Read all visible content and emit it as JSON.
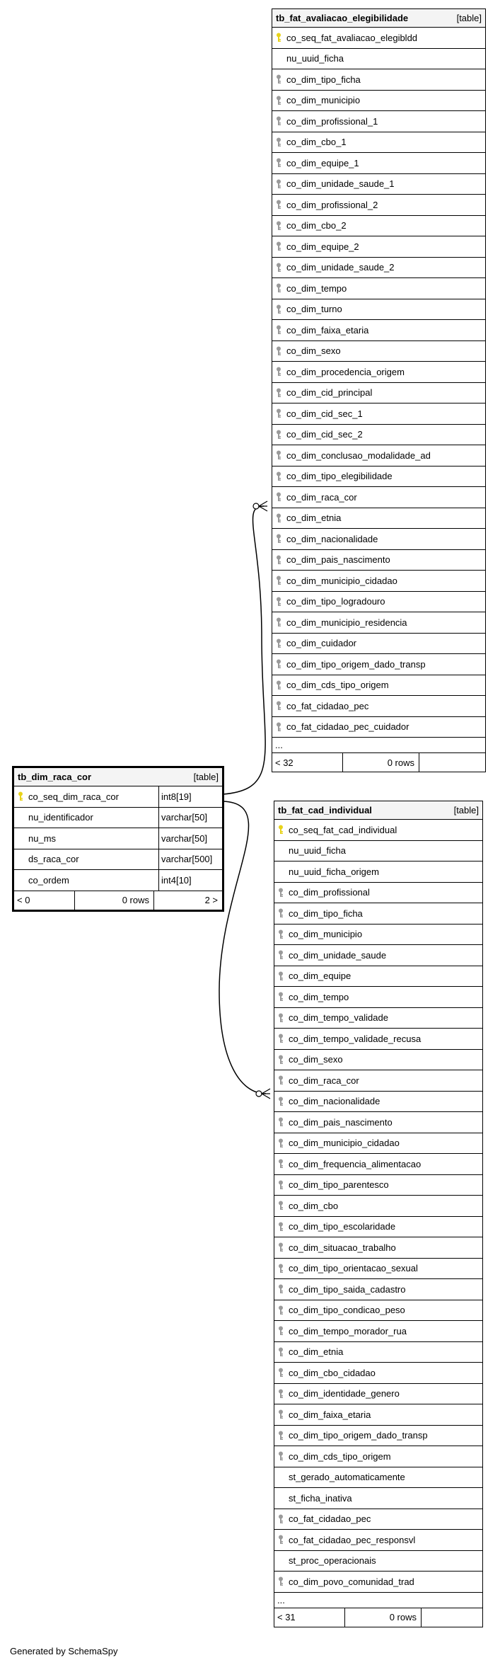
{
  "colors": {
    "pk_key": "#e8d31a",
    "fk_key": "#9a9a9a",
    "header_bg": "#f4f4f4"
  },
  "tables": {
    "fat_avaliacao": {
      "name": "tb_fat_avaliacao_elegibilidade",
      "kind": "[table]",
      "columns": [
        {
          "name": "co_seq_fat_avaliacao_elegibldd",
          "key": "pk-key-icon"
        },
        {
          "name": "nu_uuid_ficha",
          "key": ""
        },
        {
          "name": "co_dim_tipo_ficha",
          "key": "fk-key-icon"
        },
        {
          "name": "co_dim_municipio",
          "key": "fk-key-icon"
        },
        {
          "name": "co_dim_profissional_1",
          "key": "fk-key-icon"
        },
        {
          "name": "co_dim_cbo_1",
          "key": "fk-key-icon"
        },
        {
          "name": "co_dim_equipe_1",
          "key": "fk-key-icon"
        },
        {
          "name": "co_dim_unidade_saude_1",
          "key": "fk-key-icon"
        },
        {
          "name": "co_dim_profissional_2",
          "key": "fk-key-icon"
        },
        {
          "name": "co_dim_cbo_2",
          "key": "fk-key-icon"
        },
        {
          "name": "co_dim_equipe_2",
          "key": "fk-key-icon"
        },
        {
          "name": "co_dim_unidade_saude_2",
          "key": "fk-key-icon"
        },
        {
          "name": "co_dim_tempo",
          "key": "fk-key-icon"
        },
        {
          "name": "co_dim_turno",
          "key": "fk-key-icon"
        },
        {
          "name": "co_dim_faixa_etaria",
          "key": "fk-key-icon"
        },
        {
          "name": "co_dim_sexo",
          "key": "fk-key-icon"
        },
        {
          "name": "co_dim_procedencia_origem",
          "key": "fk-key-icon"
        },
        {
          "name": "co_dim_cid_principal",
          "key": "fk-key-icon"
        },
        {
          "name": "co_dim_cid_sec_1",
          "key": "fk-key-icon"
        },
        {
          "name": "co_dim_cid_sec_2",
          "key": "fk-key-icon"
        },
        {
          "name": "co_dim_conclusao_modalidade_ad",
          "key": "fk-key-icon"
        },
        {
          "name": "co_dim_tipo_elegibilidade",
          "key": "fk-key-icon"
        },
        {
          "name": "co_dim_raca_cor",
          "key": "fk-key-icon"
        },
        {
          "name": "co_dim_etnia",
          "key": "fk-key-icon"
        },
        {
          "name": "co_dim_nacionalidade",
          "key": "fk-key-icon"
        },
        {
          "name": "co_dim_pais_nascimento",
          "key": "fk-key-icon"
        },
        {
          "name": "co_dim_municipio_cidadao",
          "key": "fk-key-icon"
        },
        {
          "name": "co_dim_tipo_logradouro",
          "key": "fk-key-icon"
        },
        {
          "name": "co_dim_municipio_residencia",
          "key": "fk-key-icon"
        },
        {
          "name": "co_dim_cuidador",
          "key": "fk-key-icon"
        },
        {
          "name": "co_dim_tipo_origem_dado_transp",
          "key": "fk-key-icon"
        },
        {
          "name": "co_dim_cds_tipo_origem",
          "key": "fk-key-icon"
        },
        {
          "name": "co_fat_cidadao_pec",
          "key": "fk-key-icon"
        },
        {
          "name": "co_fat_cidadao_pec_cuidador",
          "key": "fk-key-icon"
        }
      ],
      "ellipsis": "...",
      "footer": {
        "left": "< 32",
        "mid": "0 rows",
        "right": ""
      }
    },
    "dim_raca_cor": {
      "name": "tb_dim_raca_cor",
      "kind": "[table]",
      "columns": [
        {
          "name": "co_seq_dim_raca_cor",
          "type": "int8[19]",
          "key": "pk-key-icon"
        },
        {
          "name": "nu_identificador",
          "type": "varchar[50]",
          "key": ""
        },
        {
          "name": "nu_ms",
          "type": "varchar[50]",
          "key": ""
        },
        {
          "name": "ds_raca_cor",
          "type": "varchar[500]",
          "key": ""
        },
        {
          "name": "co_ordem",
          "type": "int4[10]",
          "key": ""
        }
      ],
      "footer": {
        "left": "< 0",
        "mid": "0 rows",
        "right": "2 >"
      }
    },
    "fat_cad_individual": {
      "name": "tb_fat_cad_individual",
      "kind": "[table]",
      "columns": [
        {
          "name": "co_seq_fat_cad_individual",
          "key": "pk-key-icon"
        },
        {
          "name": "nu_uuid_ficha",
          "key": ""
        },
        {
          "name": "nu_uuid_ficha_origem",
          "key": ""
        },
        {
          "name": "co_dim_profissional",
          "key": "fk-key-icon"
        },
        {
          "name": "co_dim_tipo_ficha",
          "key": "fk-key-icon"
        },
        {
          "name": "co_dim_municipio",
          "key": "fk-key-icon"
        },
        {
          "name": "co_dim_unidade_saude",
          "key": "fk-key-icon"
        },
        {
          "name": "co_dim_equipe",
          "key": "fk-key-icon"
        },
        {
          "name": "co_dim_tempo",
          "key": "fk-key-icon"
        },
        {
          "name": "co_dim_tempo_validade",
          "key": "fk-key-icon"
        },
        {
          "name": "co_dim_tempo_validade_recusa",
          "key": "fk-key-icon"
        },
        {
          "name": "co_dim_sexo",
          "key": "fk-key-icon"
        },
        {
          "name": "co_dim_raca_cor",
          "key": "fk-key-icon"
        },
        {
          "name": "co_dim_nacionalidade",
          "key": "fk-key-icon"
        },
        {
          "name": "co_dim_pais_nascimento",
          "key": "fk-key-icon"
        },
        {
          "name": "co_dim_municipio_cidadao",
          "key": "fk-key-icon"
        },
        {
          "name": "co_dim_frequencia_alimentacao",
          "key": "fk-key-icon"
        },
        {
          "name": "co_dim_tipo_parentesco",
          "key": "fk-key-icon"
        },
        {
          "name": "co_dim_cbo",
          "key": "fk-key-icon"
        },
        {
          "name": "co_dim_tipo_escolaridade",
          "key": "fk-key-icon"
        },
        {
          "name": "co_dim_situacao_trabalho",
          "key": "fk-key-icon"
        },
        {
          "name": "co_dim_tipo_orientacao_sexual",
          "key": "fk-key-icon"
        },
        {
          "name": "co_dim_tipo_saida_cadastro",
          "key": "fk-key-icon"
        },
        {
          "name": "co_dim_tipo_condicao_peso",
          "key": "fk-key-icon"
        },
        {
          "name": "co_dim_tempo_morador_rua",
          "key": "fk-key-icon"
        },
        {
          "name": "co_dim_etnia",
          "key": "fk-key-icon"
        },
        {
          "name": "co_dim_cbo_cidadao",
          "key": "fk-key-icon"
        },
        {
          "name": "co_dim_identidade_genero",
          "key": "fk-key-icon"
        },
        {
          "name": "co_dim_faixa_etaria",
          "key": "fk-key-icon"
        },
        {
          "name": "co_dim_tipo_origem_dado_transp",
          "key": "fk-key-icon"
        },
        {
          "name": "co_dim_cds_tipo_origem",
          "key": "fk-key-icon"
        },
        {
          "name": "st_gerado_automaticamente",
          "key": ""
        },
        {
          "name": "st_ficha_inativa",
          "key": ""
        },
        {
          "name": "co_fat_cidadao_pec",
          "key": "fk-key-icon"
        },
        {
          "name": "co_fat_cidadao_pec_responsvl",
          "key": "fk-key-icon"
        },
        {
          "name": "st_proc_operacionais",
          "key": ""
        },
        {
          "name": "co_dim_povo_comunidad_trad",
          "key": "fk-key-icon"
        }
      ],
      "ellipsis": "...",
      "footer": {
        "left": "< 31",
        "mid": "0 rows",
        "right": ""
      }
    }
  },
  "generated_by": "Generated by SchemaSpy"
}
